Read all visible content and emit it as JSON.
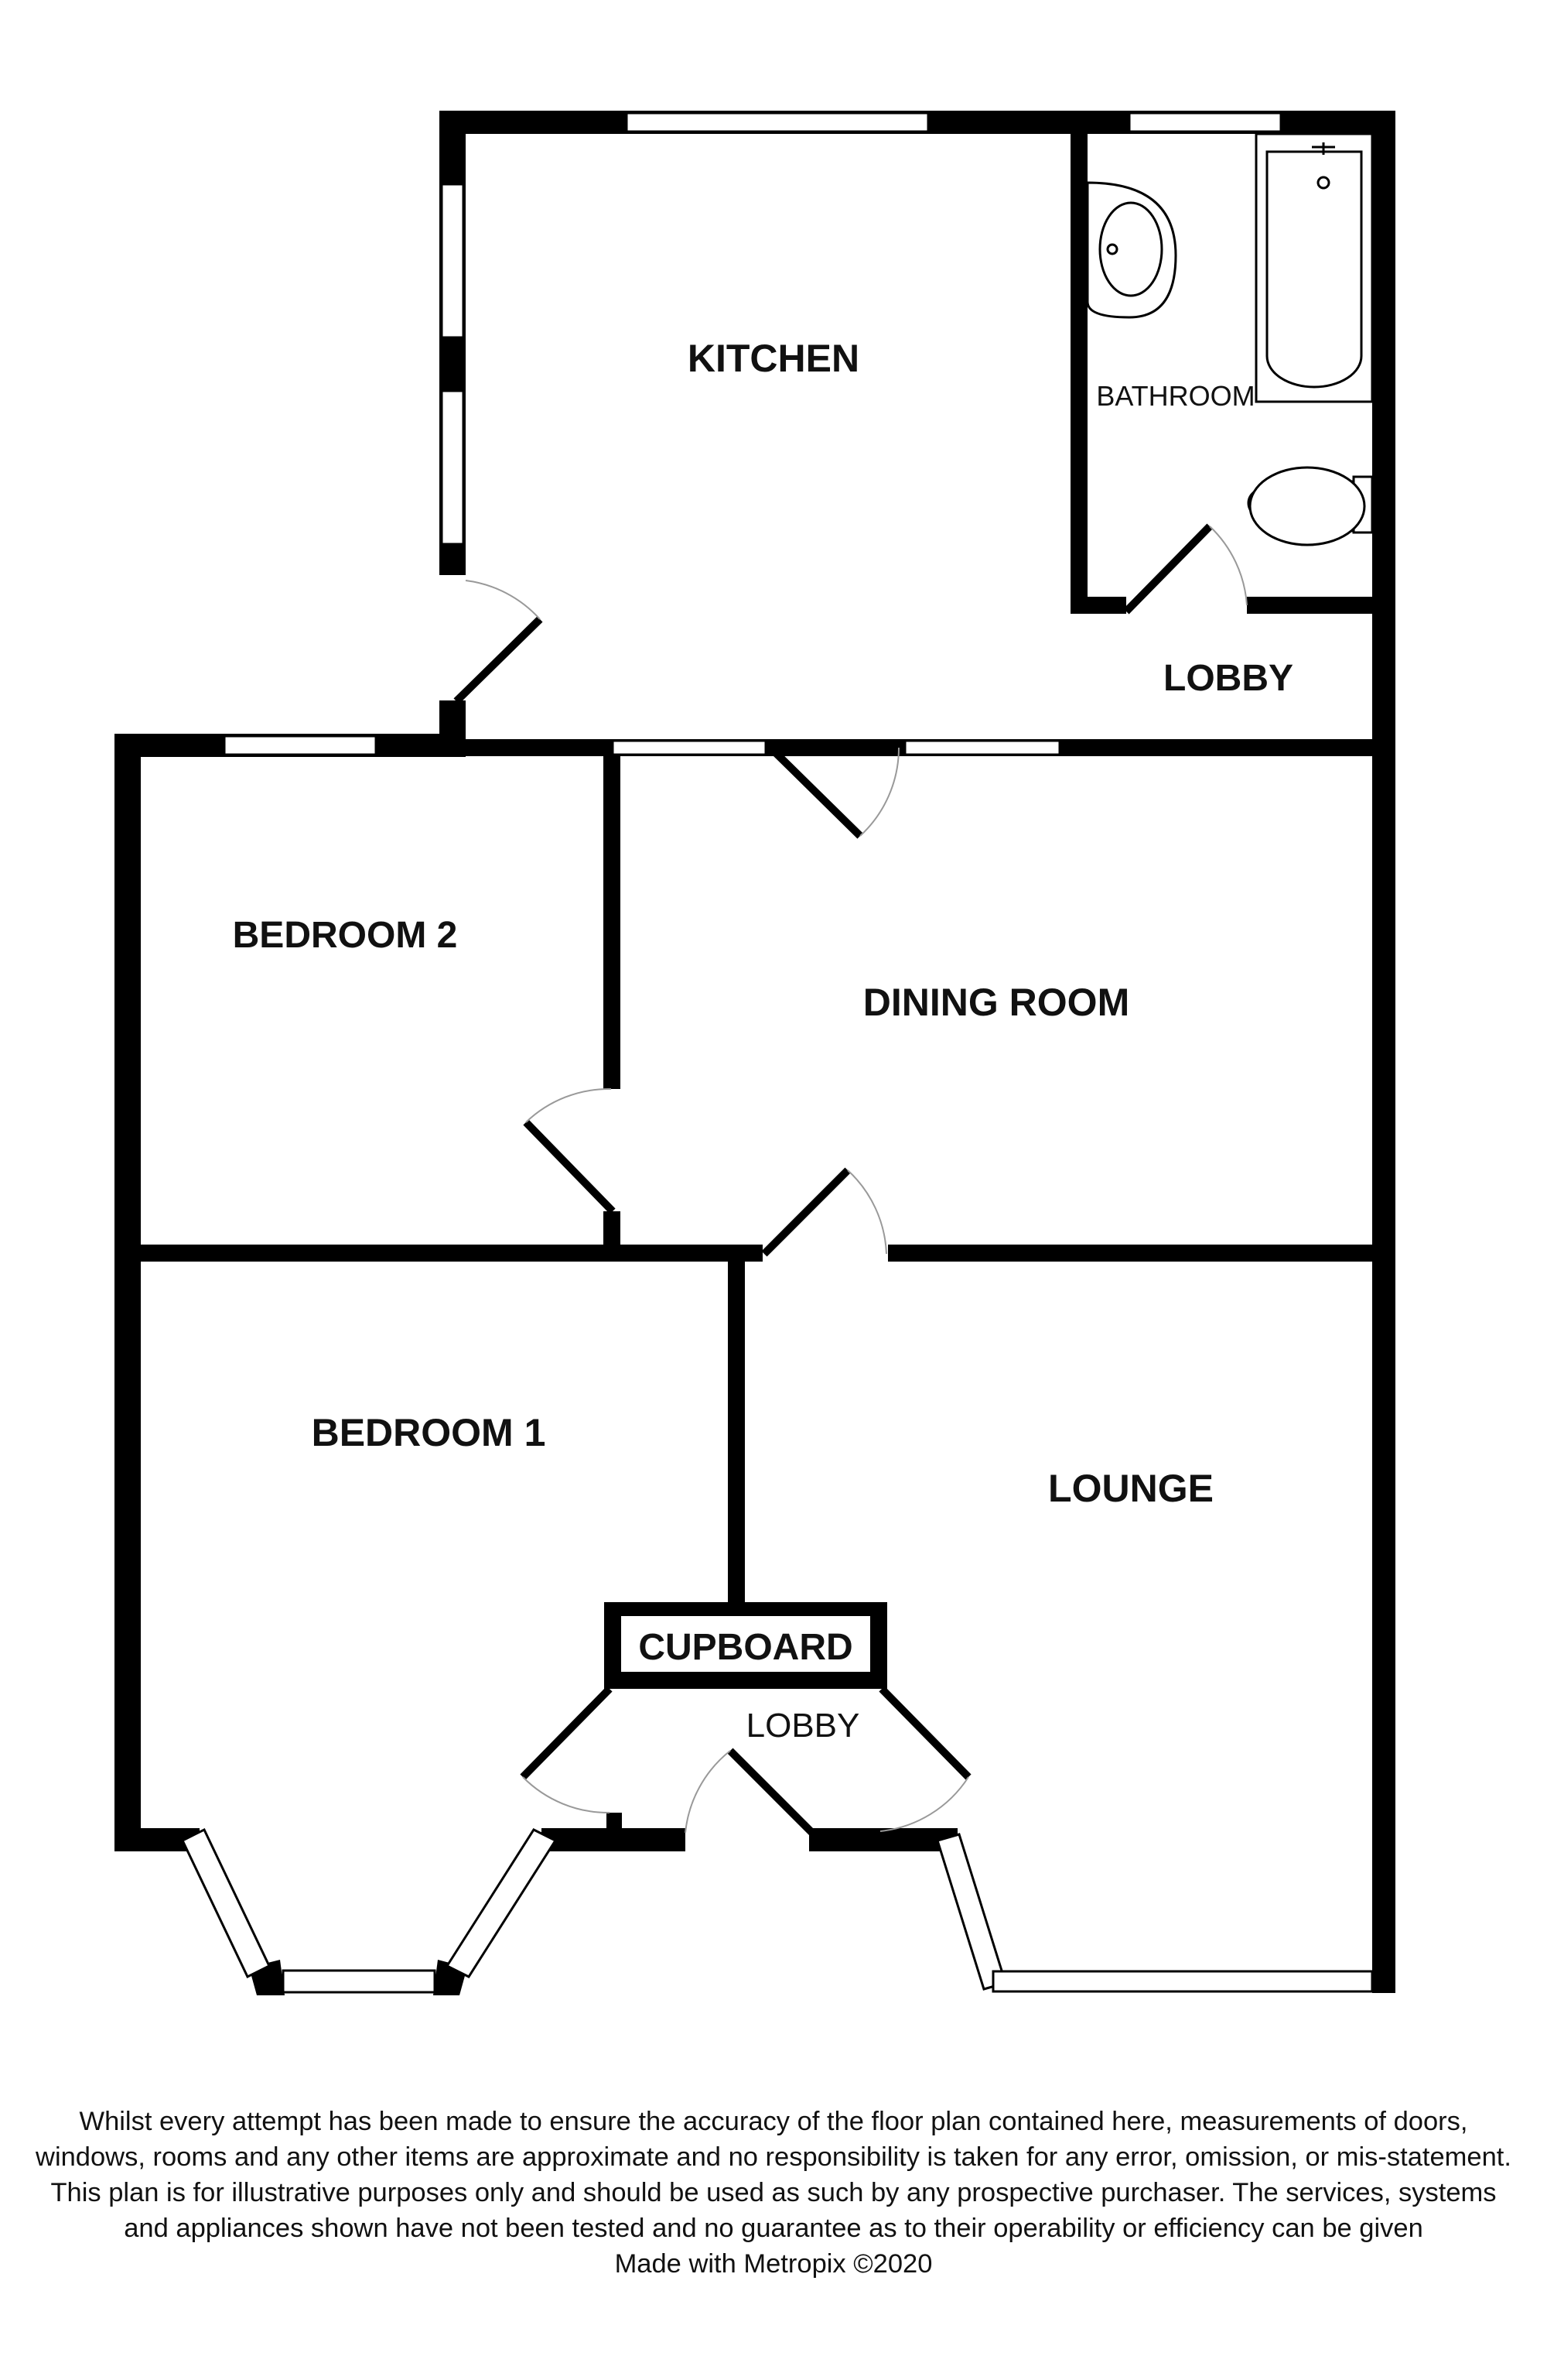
{
  "rooms": {
    "kitchen": "KITCHEN",
    "bathroom": "BATHROOM",
    "lobby_upper": "LOBBY",
    "bedroom2": "BEDROOM 2",
    "dining_room": "DINING ROOM",
    "bedroom1": "BEDROOM 1",
    "lounge": "LOUNGE",
    "cupboard": "CUPBOARD",
    "lobby_lower": "LOBBY"
  },
  "footer": {
    "disclaimer": "Whilst every attempt has been made to ensure the accuracy of the floor plan contained here, measurements of doors, windows, rooms and any other items are approximate and no responsibility is taken for any error, omission, or mis-statement. This plan is for illustrative purposes only and should be used as such by any prospective purchaser. The services, systems and appliances shown have not been tested and no guarantee as to their operability or efficiency can be given",
    "credit": "Made with Metropix ©2020"
  },
  "colors": {
    "wall": "#000000",
    "window": "#ffffff",
    "background": "#ffffff",
    "door_arc": "#999999"
  }
}
